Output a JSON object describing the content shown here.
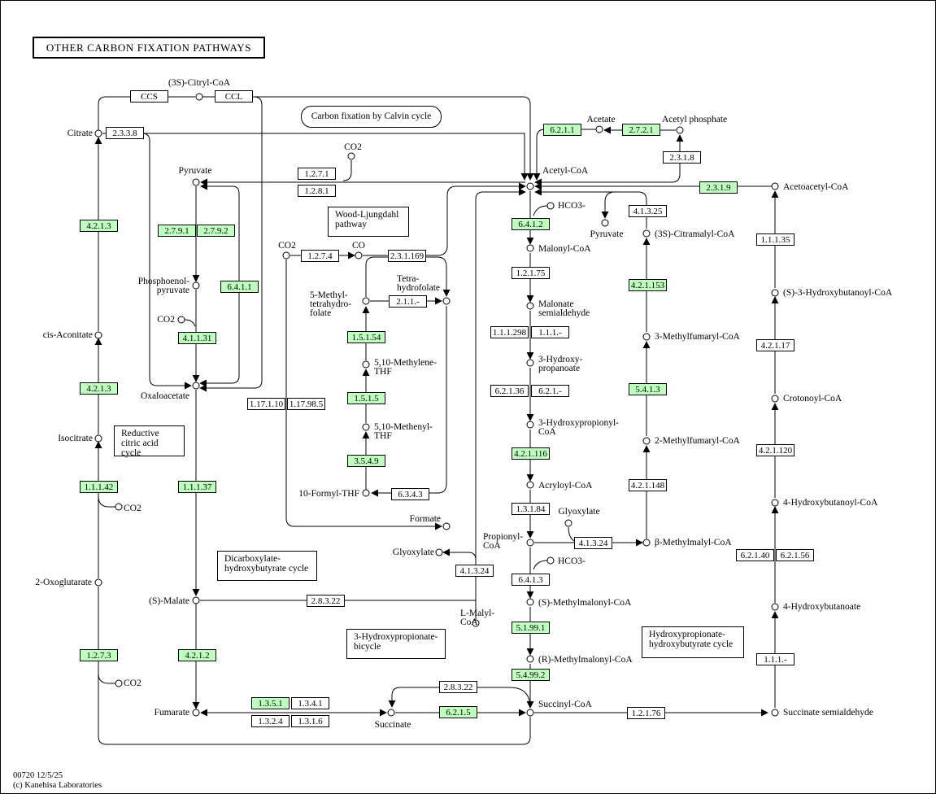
{
  "map": {
    "title": "OTHER CARBON FIXATION PATHWAYS",
    "footer_id": "00720 12/5/25",
    "footer_copyright": "(c) Kanehisa Laboratories",
    "colors": {
      "enzyme_present": "#bfffbf",
      "line": "#000000",
      "background": "#ffffff"
    }
  },
  "pathway_links": {
    "calvin": "Carbon fixation by Calvin cycle",
    "wood": "Wood-Ljungdahl pathway",
    "reductive": "Reductive citric acid cycle",
    "dicarb": "Dicarboxylate-hydroxybutyrate cycle",
    "hp_bicycle": "3-Hydroxypropionate-bicycle",
    "hp_hb": "Hydroxypropionate-hydroxybutyrate cycle"
  },
  "compounds": {
    "citryl": "(3S)-Citryl-CoA",
    "citrate": "Citrate",
    "pyruvate": "Pyruvate",
    "co2_a": "CO2",
    "pep": "Phosphoenol-pyruvate",
    "co2_b": "CO2",
    "cis_aconitate": "cis-Aconitate",
    "oxaloacetate": "Oxaloacetate",
    "isocitrate": "Isocitrate",
    "co2_c": "CO2",
    "oxoglutarate": "2-Oxoglutarate",
    "co2_d": "CO2",
    "malate": "(S)-Malate",
    "fumarate": "Fumarate",
    "succinate": "Succinate",
    "co2_e": "CO2",
    "co": "CO",
    "methyl_thf": "5-Methyl-tetrahydro-folate",
    "thf": "Tetra-hydrofolate",
    "methylene_thf": "5,10-Methylene-THF",
    "methenyl_thf": "5,10-Methenyl-THF",
    "formyl_thf": "10-Formyl-THF",
    "formate": "Formate",
    "glyoxylate_a": "Glyoxylate",
    "malyl_coa": "L-Malyl-CoA",
    "acetate": "Acetate",
    "acetyl_phosphate": "Acetyl phosphate",
    "acetyl_coa": "Acetyl-CoA",
    "hco3_a": "HCO3-",
    "pyruvate_b": "Pyruvate",
    "malonyl_coa": "Malonyl-CoA",
    "malonate_sa": "Malonate semialdehyde",
    "hydroxypropanoate": "3-Hydroxy-propanoate",
    "hydroxypropionyl_coa": "3-Hydroxypropionyl-CoA",
    "acryloyl_coa": "Acryloyl-CoA",
    "glyoxylate_b": "Glyoxylate",
    "propionyl_coa": "Propionyl-CoA",
    "hco3_b": "HCO3-",
    "s_methylmalonyl": "(S)-Methylmalonyl-CoA",
    "r_methylmalonyl": "(R)-Methylmalonyl-CoA",
    "succinyl_coa": "Succinyl-CoA",
    "citramalyl": "(3S)-Citramalyl-CoA",
    "methylfumaryl": "3-Methylfumaryl-CoA",
    "mesaconyl": "2-Methylfumaryl-CoA",
    "methylmalyl": "β-Methylmalyl-CoA",
    "acetoacetyl": "Acetoacetyl-CoA",
    "hydroxybutanoyl": "(S)-3-Hydroxybutanoyl-CoA",
    "crotonoyl": "Crotonoyl-CoA",
    "hydroxybutanoyl4": "4-Hydroxybutanoyl-CoA",
    "hydroxybutanoate": "4-Hydroxybutanoate",
    "succ_sa": "Succinate semialdehyde"
  },
  "enzymes": {
    "ccs": "CCS",
    "ccl": "CCL",
    "e2338": "2.3.3.8",
    "e4213a": "4.2.1.3",
    "e4213b": "4.2.1.3",
    "e11142": "1.1.1.42",
    "e1273": "1.2.7.3",
    "e2791": "2.7.9.1",
    "e2792": "2.7.9.2",
    "e6411": "6.4.1.1",
    "e41131": "4.1.1.31",
    "e11137": "1.1.1.37",
    "e4212": "4.2.1.2",
    "e1271": "1.2.7.1",
    "e1281": "1.2.8.1",
    "e1274": "1.2.7.4",
    "e23169": "2.3.1.169",
    "e211": "2.1.1.-",
    "e15154": "1.5.1.54",
    "e1515": "1.5.1.5",
    "e3549": "3.5.4.9",
    "e6343": "6.3.4.3",
    "e11710": "1.17.1.10",
    "e117985": "1.17.98.5",
    "e2833a": "2.8.3.22",
    "e41324a": "4.1.3.24",
    "e1351": "1.3.5.1",
    "e1341": "1.3.4.1",
    "e1324": "1.3.2.4",
    "e1316": "1.3.1.6",
    "e2833b": "2.8.3.22",
    "e6215": "6.2.1.5",
    "e6211": "6.2.1.1",
    "e2721": "2.7.2.1",
    "e2318": "2.3.1.8",
    "e6412": "6.4.1.2",
    "e12175": "1.2.1.75",
    "e111298": "1.1.1.298",
    "e111": "1.1.1.-",
    "e62136": "6.2.1.36",
    "e621": "6.2.1.-",
    "e421116": "4.2.1.116",
    "e13184": "1.3.1.84",
    "e41324b": "4.1.3.24",
    "e6413": "6.4.1.3",
    "e51991": "5.1.99.1",
    "e54992": "5.4.99.2",
    "e2319": "2.3.1.9",
    "e41325": "4.1.3.25",
    "e421153": "4.2.1.153",
    "e5413": "5.4.1.3",
    "e421148": "4.2.1.148",
    "e12176": "1.2.1.76",
    "e11135": "1.1.1.35",
    "e42117": "4.2.1.17",
    "e421120": "4.2.1.120",
    "e62140": "6.2.1.40",
    "e62156": "6.2.1.56",
    "e111b": "1.1.1.-"
  }
}
